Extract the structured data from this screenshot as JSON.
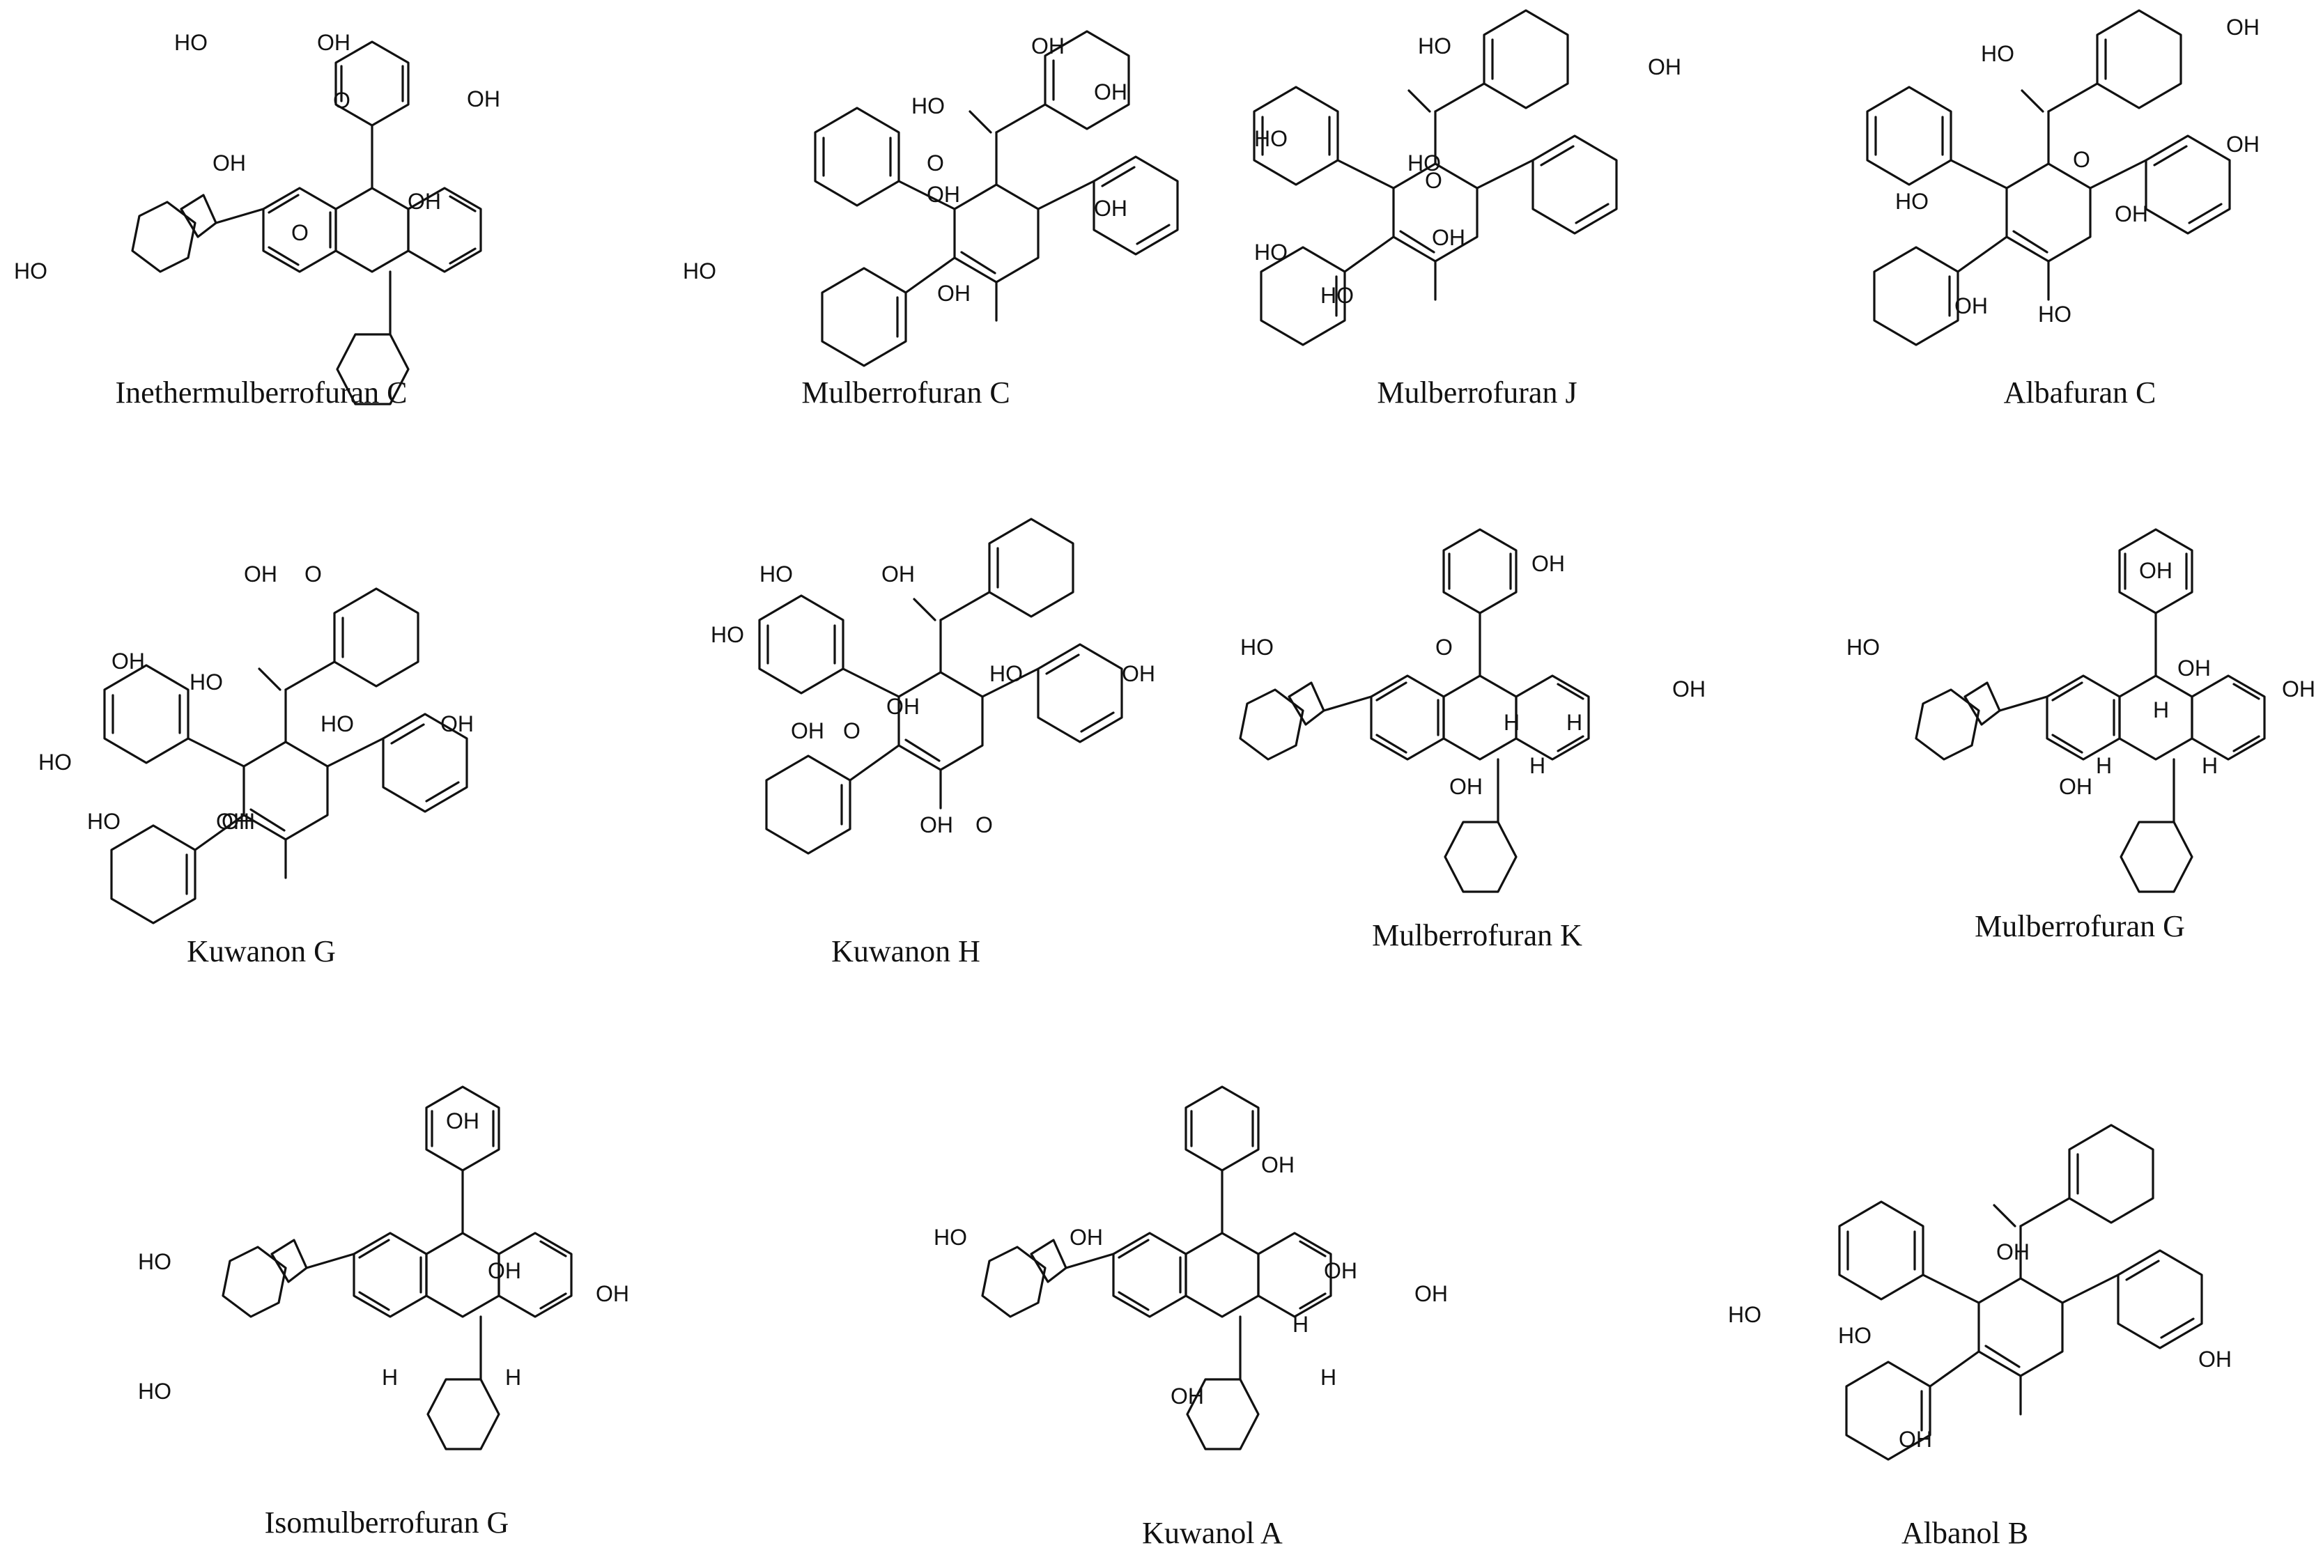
{
  "compounds": [
    {
      "name": "Inethermulberrofuran C",
      "labels": [
        "HO",
        "OH",
        "O",
        "OH",
        "OH",
        "OH",
        "O",
        "HO"
      ]
    },
    {
      "name": "Mulberrofuran C",
      "labels": [
        "OH",
        "HO",
        "OH",
        "O",
        "OH",
        "OH",
        "HO",
        "OH"
      ]
    },
    {
      "name": "Mulberrofuran J",
      "labels": [
        "HO",
        "OH",
        "HO",
        "HO",
        "O",
        "HO",
        "OH",
        "HO"
      ]
    },
    {
      "name": "Albafuran C",
      "labels": [
        "HO",
        "OH",
        "OH",
        "HO",
        "O",
        "OH",
        "OH",
        "HO"
      ]
    },
    {
      "name": "Kuwanon G",
      "labels": [
        "OH",
        "O",
        "OH",
        "HO",
        "HO",
        "HO",
        "OH",
        "OH",
        "HO",
        "OH"
      ]
    },
    {
      "name": "Kuwanon H",
      "labels": [
        "HO",
        "OH",
        "HO",
        "OH",
        "HO",
        "OH",
        "O",
        "OH",
        "OH",
        "O"
      ]
    },
    {
      "name": "Mulberrofuran K",
      "labels": [
        "OH",
        "HO",
        "O",
        "OH",
        "H",
        "H",
        "H",
        "OH"
      ]
    },
    {
      "name": "Mulberrofuran G",
      "labels": [
        "OH",
        "HO",
        "OH",
        "OH",
        "H",
        "H",
        "H",
        "OH"
      ]
    },
    {
      "name": "Isomulberrofuran G",
      "labels": [
        "OH",
        "HO",
        "OH",
        "OH",
        "HO",
        "H",
        "H"
      ]
    },
    {
      "name": "Kuwanol A",
      "labels": [
        "OH",
        "HO",
        "OH",
        "OH",
        "OH",
        "H",
        "H",
        "OH"
      ]
    },
    {
      "name": "Albanol B",
      "labels": [
        "OH",
        "HO",
        "HO",
        "OH",
        "OH"
      ]
    }
  ],
  "colors": {
    "ink": "#111111",
    "background": "#ffffff"
  }
}
